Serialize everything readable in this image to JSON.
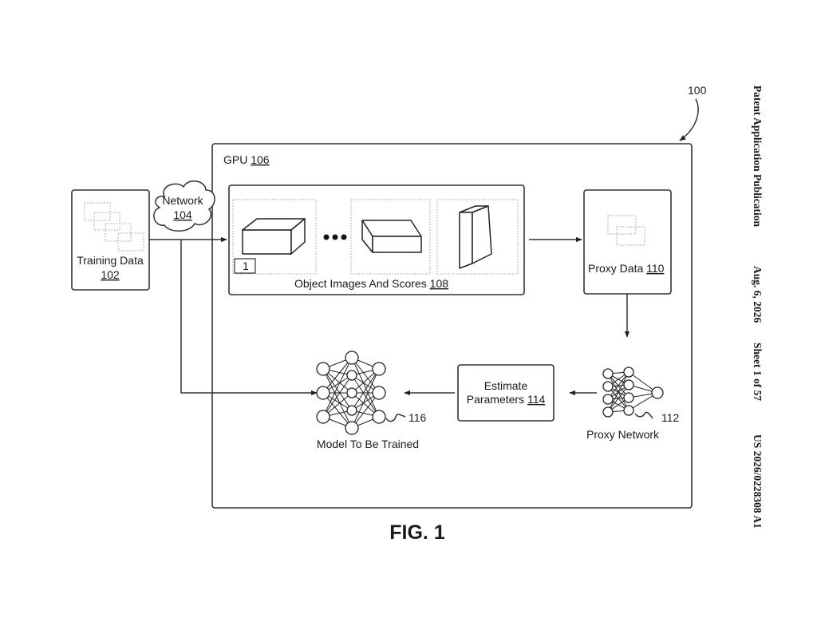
{
  "reference_number": "100",
  "figure_label": "FIG. 1",
  "header": {
    "publication_type": "Patent Application Publication",
    "date": "Aug. 6, 2026",
    "sheet": "Sheet 1 of 57",
    "publication_number": "US 2026/0228308 A1"
  },
  "gpu": {
    "label": "GPU",
    "ref": "106"
  },
  "training_data": {
    "label": "Training Data",
    "ref": "102"
  },
  "network": {
    "label": "Network",
    "ref": "104"
  },
  "object_images": {
    "label": "Object Images And Scores",
    "ref": "108",
    "score_label": "1"
  },
  "proxy_data": {
    "label": "Proxy Data",
    "ref": "110"
  },
  "proxy_network": {
    "label": "Proxy Network",
    "ref": "112"
  },
  "estimate_parameters": {
    "label_line1": "Estimate",
    "label_line2": "Parameters",
    "ref": "114"
  },
  "model": {
    "label": "Model To Be Trained",
    "ref": "116"
  }
}
